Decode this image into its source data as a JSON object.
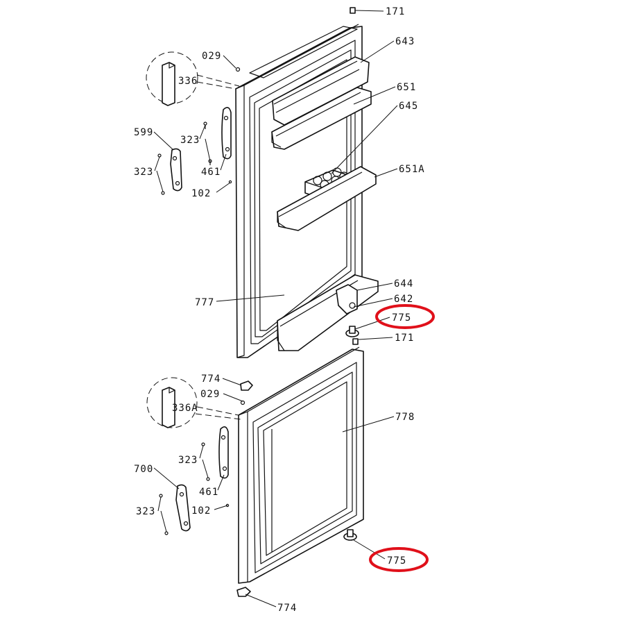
{
  "labels": {
    "p171_top": "171",
    "p643": "643",
    "p651": "651",
    "p645": "645",
    "p651a": "651A",
    "p644": "644",
    "p642": "642",
    "p775_top": "775",
    "p171_mid": "171",
    "p777": "777",
    "p029_top": "029",
    "p336": "336",
    "p599": "599",
    "p323_a": "323",
    "p323_b": "323",
    "p461_top": "461",
    "p102_top": "102",
    "p774_top": "774",
    "p029_bot": "029",
    "p336a": "336A",
    "p778": "778",
    "p323_c": "323",
    "p700": "700",
    "p461_bot": "461",
    "p323_d": "323",
    "p102_bot": "102",
    "p775_bot": "775",
    "p774_bot": "774"
  },
  "highlight_color": "#e0101a"
}
